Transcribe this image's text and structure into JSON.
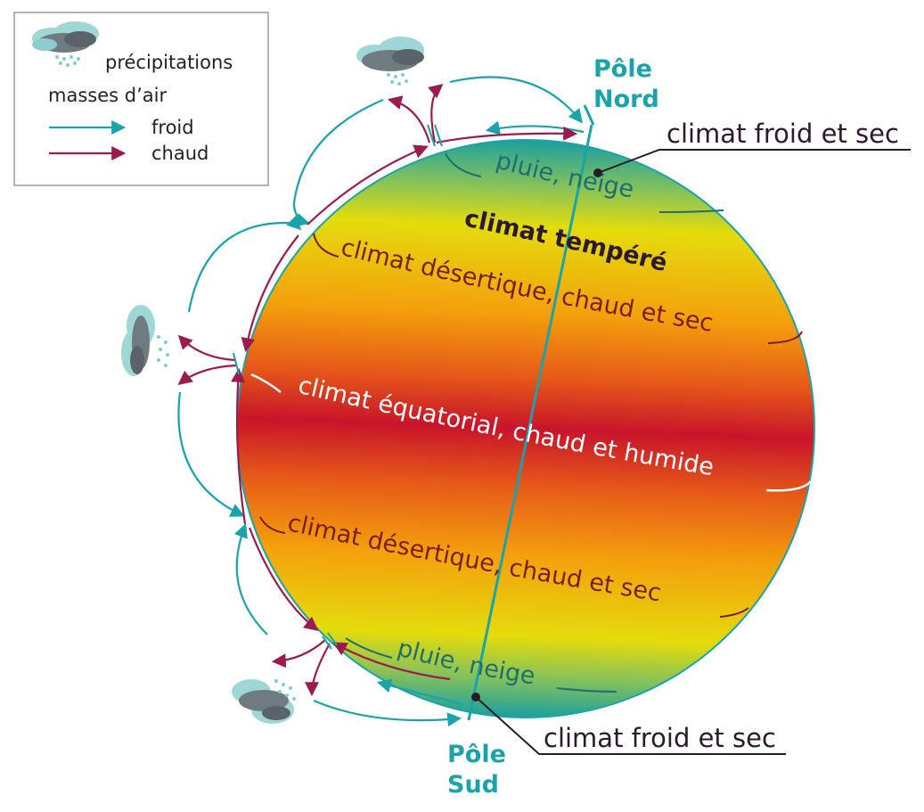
{
  "legend": {
    "precipitations": "précipitations",
    "air_masses": "masses d’air",
    "cold": "froid",
    "warm": "chaud"
  },
  "poles": {
    "north_line1": "Pôle",
    "north_line2": "Nord",
    "south_line1": "Pôle",
    "south_line2": "Sud"
  },
  "callouts": {
    "north": "climat froid et sec",
    "south": "climat froid et sec"
  },
  "bands": {
    "north_rain": "pluie, neige",
    "temperate": "climat tempéré",
    "north_desert": "climat désertique, chaud et sec",
    "equatorial": "climat équatorial, chaud et humide",
    "south_desert": "climat désertique, chaud et sec",
    "south_rain": "pluie, neige"
  },
  "colors": {
    "cold_arrow": "#1aa3a8",
    "warm_arrow": "#9b1b4e",
    "pole_teal": "#1a9fa0",
    "yellow": "#e4dc0c",
    "orange": "#f39a0c",
    "red": "#c8142a",
    "text_dark": "#2b1a2b",
    "text_brown": "#7a2010",
    "text_teal": "#1d6f72"
  }
}
